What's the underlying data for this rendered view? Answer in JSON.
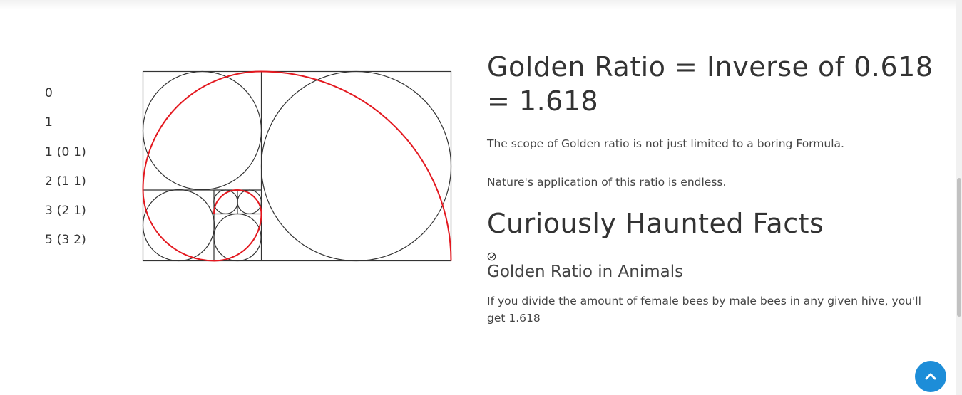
{
  "fibonacci_list": [
    "0",
    "1",
    "1 (0 1)",
    "2 (1 1)",
    "3 (2 1)",
    "5 (3 2)"
  ],
  "content": {
    "heading": "Golden Ratio = Inverse of 0.618 = 1.618",
    "paragraph_1": "The scope of Golden ratio is not just limited to a boring Formula.",
    "paragraph_2": "Nature's application of this ratio is endless.",
    "facts_heading": "Curiously Haunted Facts",
    "fact_icon": "check-circle-icon",
    "fact_title": "Golden Ratio in Animals",
    "fact_text": "If you divide the amount of female bees by male bees in any given hive, you'll get 1.618"
  },
  "diagram": {
    "spiral_color": "#e3181f",
    "line_color": "#333333"
  },
  "back_to_top": {
    "icon": "chevron-up-icon",
    "color": "#1d8dd8"
  }
}
